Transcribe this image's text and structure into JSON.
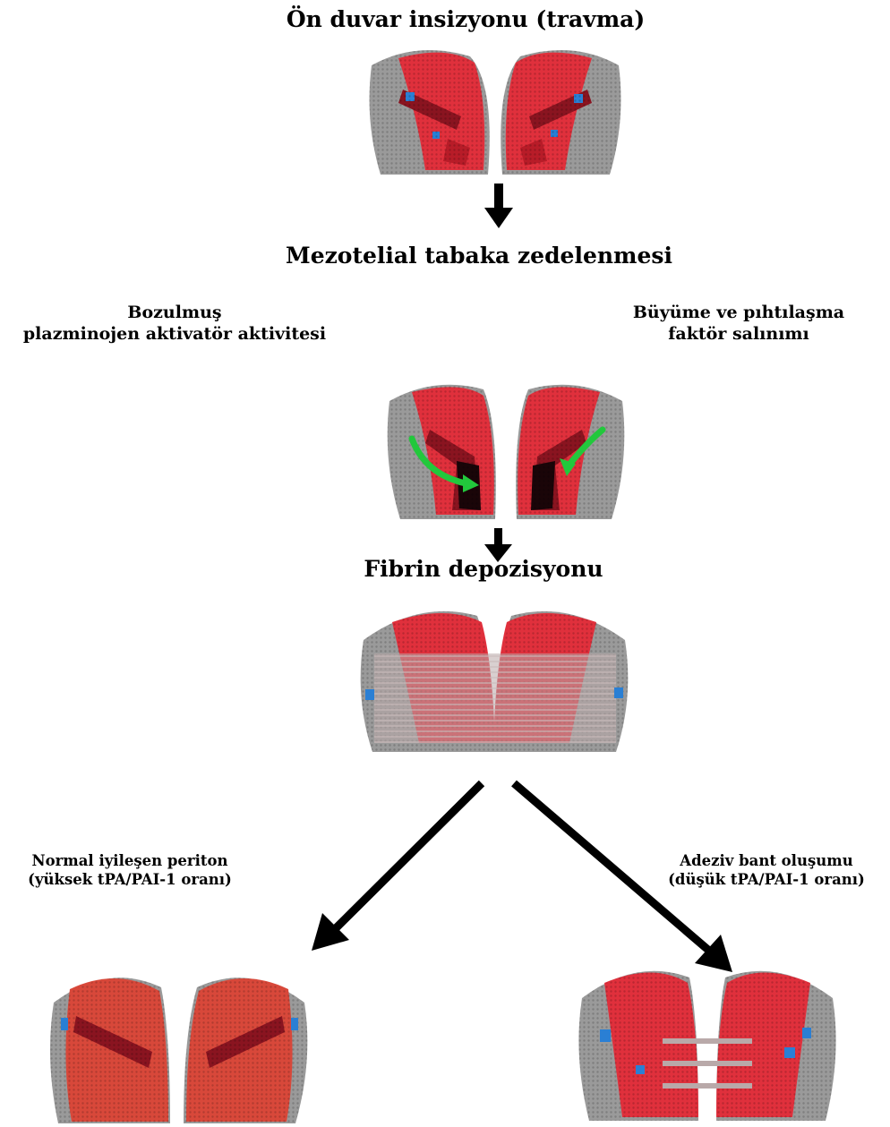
{
  "labels": {
    "step1_title": "Ön duvar insizyonu (travma)",
    "step2_title": "Mezotelial tabaka zedelenmesi",
    "left_note_line1": "Bozulmuş",
    "left_note_line2": "plazminojen aktivatör aktivitesi",
    "right_note_line1": "Büyüme ve pıhtılaşma",
    "right_note_line2": "faktör salınımı",
    "step3_title": "Fibrin depozisyonu",
    "outcome_left_line1": "Normal iyileşen periton",
    "outcome_left_line2": "(yüksek tPA/PAI-1 oranı)",
    "outcome_right_line1": "Adeziv bant oluşumu",
    "outcome_right_line2": "(düşük tPA/PAI-1 oranı)"
  },
  "colors": {
    "tissue_red": "#e0303c",
    "tissue_dark": "#8a1420",
    "tissue_grey": "#9a9a9a",
    "blue_spot": "#2a7fd4",
    "green_arrow": "#22c83c",
    "fibrin": "#b9a9a9",
    "healed": "#d8483a",
    "arrow": "#000000"
  },
  "icons": [
    "tissue-cross-section-icon",
    "down-arrow-icon",
    "diagonal-arrow-icon"
  ]
}
